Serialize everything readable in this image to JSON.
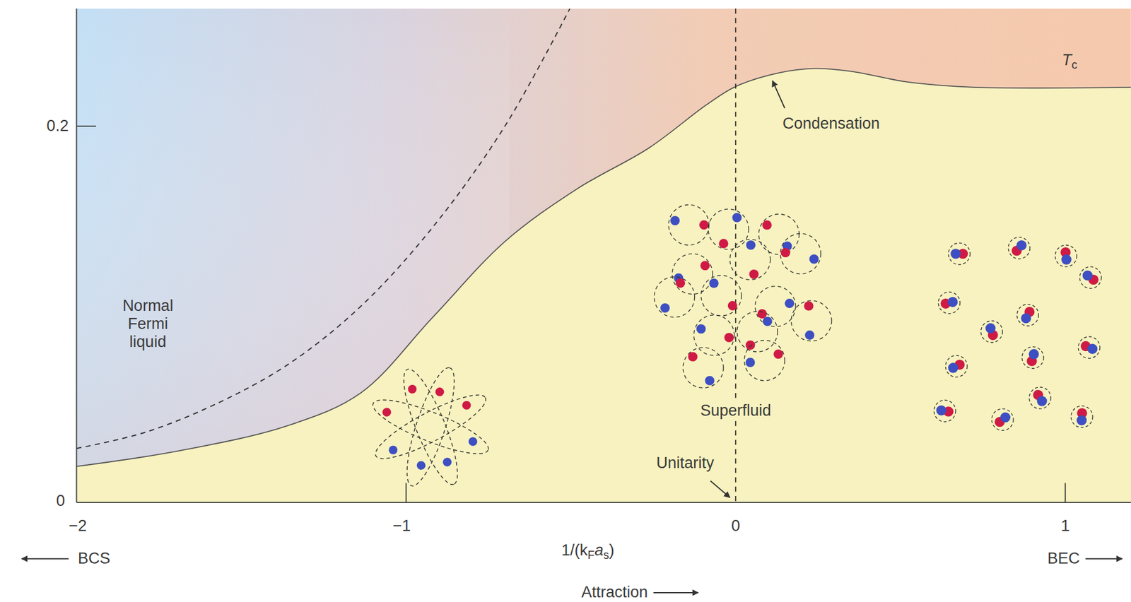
{
  "diagram": {
    "labels": [
      "0.2",
      "0",
      "−2",
      "−1",
      "0",
      "1",
      "1/(k",
      "F",
      "a",
      "s",
      ")",
      "BCS",
      "BEC",
      "Attraction",
      "Normal Fermi liquid",
      "Superfluid",
      "Unitarity",
      "Condensation",
      "T",
      "c"
    ]
  }
}
